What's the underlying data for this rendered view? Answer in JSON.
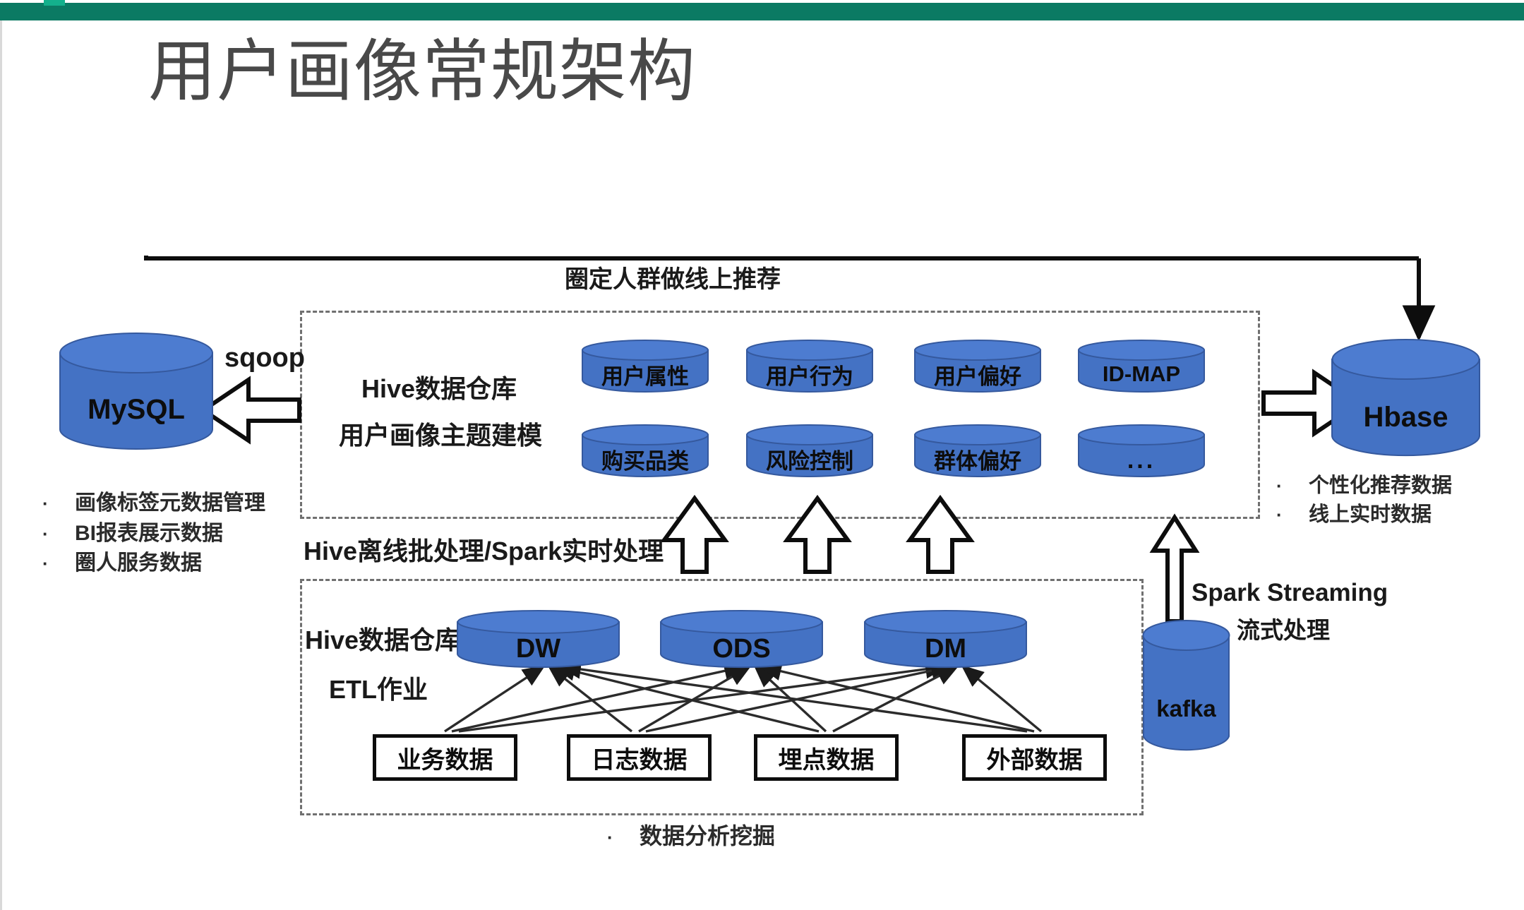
{
  "slide": {
    "title": "用户画像常规架构",
    "accent_color": "#0b7a63",
    "accent_light": "#14b08c",
    "cylinder_color": "#4472c4"
  },
  "top_flow": {
    "label": "圈定人群做线上推荐"
  },
  "mysql": {
    "label": "MySQL",
    "sqoop_label": "sqoop",
    "bullets": [
      "画像标签元数据管理",
      "BI报表展示数据",
      "圈人服务数据"
    ],
    "bullet_char": "·"
  },
  "hive_warehouse": {
    "title_line1": "Hive数据仓库",
    "title_line2": "用户画像主题建模",
    "topics": [
      {
        "label": "用户属性"
      },
      {
        "label": "用户行为"
      },
      {
        "label": "用户偏好"
      },
      {
        "label": "ID-MAP"
      },
      {
        "label": "购买品类"
      },
      {
        "label": "风险控制"
      },
      {
        "label": "群体偏好"
      },
      {
        "label": "..."
      }
    ]
  },
  "processing": {
    "label": "Hive离线批处理/Spark实时处理"
  },
  "etl": {
    "title_line1": "Hive数据仓库",
    "title_line2": "ETL作业",
    "layers": [
      {
        "label": "DW"
      },
      {
        "label": "ODS"
      },
      {
        "label": "DM"
      }
    ],
    "sources": [
      {
        "label": "业务数据"
      },
      {
        "label": "日志数据"
      },
      {
        "label": "埋点数据"
      },
      {
        "label": "外部数据"
      }
    ],
    "footer_bullet": "数据分析挖掘",
    "bullet_char": "·"
  },
  "hbase": {
    "label": "Hbase",
    "bullets": [
      "个性化推荐数据",
      "线上实时数据"
    ],
    "bullet_char": "·"
  },
  "kafka": {
    "label": "kafka",
    "stream_label_line1": "Spark Streaming",
    "stream_label_line2": "流式处理"
  }
}
